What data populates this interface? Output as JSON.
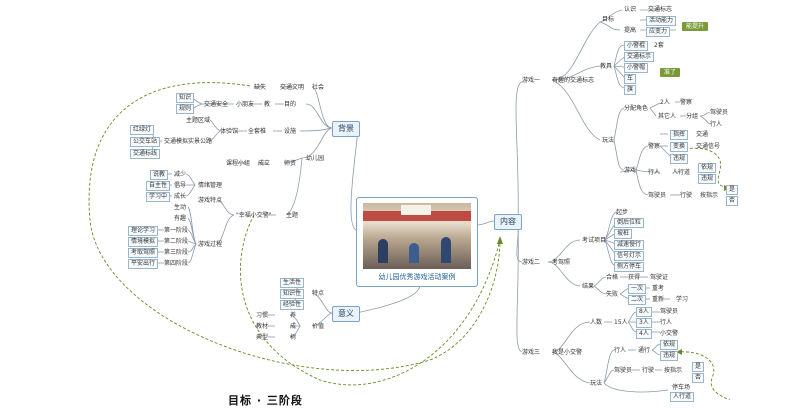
{
  "center": {
    "caption": "幼儿园优秀游戏活动案例"
  },
  "main_nodes": {
    "content": "内容",
    "background": "背景",
    "meaning": "意义"
  },
  "background": {
    "social": "社会",
    "traffic_civil": "交通文明",
    "lack": "缺失",
    "purpose": "目的",
    "teach": "教",
    "children": "小朋友",
    "traffic_safety": "交通安全",
    "knowledge": "知识",
    "rules": "规则",
    "setup": "设施",
    "full_ring": "全套椎",
    "experience": "体验馆",
    "theme_area": "主题区域",
    "traffic_sim": "交通模拟实景公路",
    "light": "红绿灯",
    "bus_stop": "公交车站",
    "signs": "交通标线",
    "kindergarten": "幼儿园",
    "hire": "师资",
    "establish": "成立",
    "group": "课程小组",
    "theme": "主题",
    "happy_traffic": "\"幸福小交警\"",
    "features": "游戏特点",
    "emotion": "情绪管理",
    "relax": "说教",
    "reduce": "减少",
    "autonomy": "自主性",
    "enhance": "倡导",
    "learn_in_play": "学习中",
    "grow": "成长",
    "process": "游戏过程",
    "vivid": "生动",
    "interesting": "有趣",
    "steps": [
      {
        "label": "理论学习",
        "stage": "第一阶段"
      },
      {
        "label": "情境模拟",
        "stage": "第二阶段"
      },
      {
        "label": "考取驾照",
        "stage": "第三阶段"
      },
      {
        "label": "平安出行",
        "stage": "第四阶段"
      }
    ]
  },
  "meaning": {
    "traits": "特点",
    "life": "生活性",
    "knowledge": "知识性",
    "experience": "经验性",
    "value": "价值",
    "habit": "习惯",
    "nurture": "养",
    "material": "教材",
    "form": "成",
    "model": "典型",
    "tree": "树"
  },
  "content": {
    "game1": "游戏一",
    "game1_name": "有趣的交通标志",
    "goal": "目标",
    "recognize": "认识",
    "traffic_signs": "交通标志",
    "improve": "提高",
    "activity": "活动能力",
    "response": "应变力",
    "tag_dev": "能提升",
    "tag_ready": "准了",
    "teaching_tools": "教具",
    "small_signs": "小警棍",
    "two_sets": "2套",
    "sign_cards": "交通标示",
    "small_hat": "小警帽",
    "car": "车",
    "flag": "旗",
    "method": "玩法",
    "assign": "分配角色",
    "two_people": "2人",
    "police": "警察",
    "others": "其它人",
    "divide": "分组",
    "driver": "驾驶员",
    "pedestrian": "行人",
    "play": "游戏",
    "police_role": "警察",
    "command": "指挥",
    "traffic": "交通",
    "change": "变换",
    "signal": "交通信号",
    "violate": "违规",
    "walker": "行人",
    "walk_road": "人行道",
    "obey": "依规",
    "violation": "违规",
    "driver2": "驾驶员",
    "drive": "行驶",
    "by_sign": "按指示",
    "yes": "是",
    "no": "否",
    "game2": "游戏二",
    "game2_name": "考驾照",
    "exam_items": "考试项目",
    "start": "起步",
    "reverse": "倒后位粒",
    "slope": "坡桩",
    "deceleration": "减速慢行",
    "signal_light": "信号灯示",
    "side_park": "侧方停车",
    "result": "结果",
    "pass": "合格",
    "obtain": "获得",
    "license": "驾驶证",
    "fail": "失败",
    "once": "一次",
    "retake": "重考",
    "twice": "二次",
    "again": "重新",
    "study": "学习",
    "game3": "游戏三",
    "game3_name": "我是小交警",
    "people": "人数",
    "fifteen": "15人",
    "eight": "8人",
    "driver3": "驾驶员",
    "three": "3人",
    "pedestrian3": "行人",
    "four": "4人",
    "traffic_police": "小交警",
    "method3": "玩法",
    "walker3": "行人",
    "pass_road": "通行",
    "follow": "依规",
    "break": "违规",
    "driver4": "驾驶员",
    "drive2": "行驶",
    "by_sign2": "按指示",
    "is": "是",
    "isnot": "否",
    "parking": "停车场",
    "sidewalk": "人行道"
  },
  "bottom_text": "目标 · 三阶段"
}
